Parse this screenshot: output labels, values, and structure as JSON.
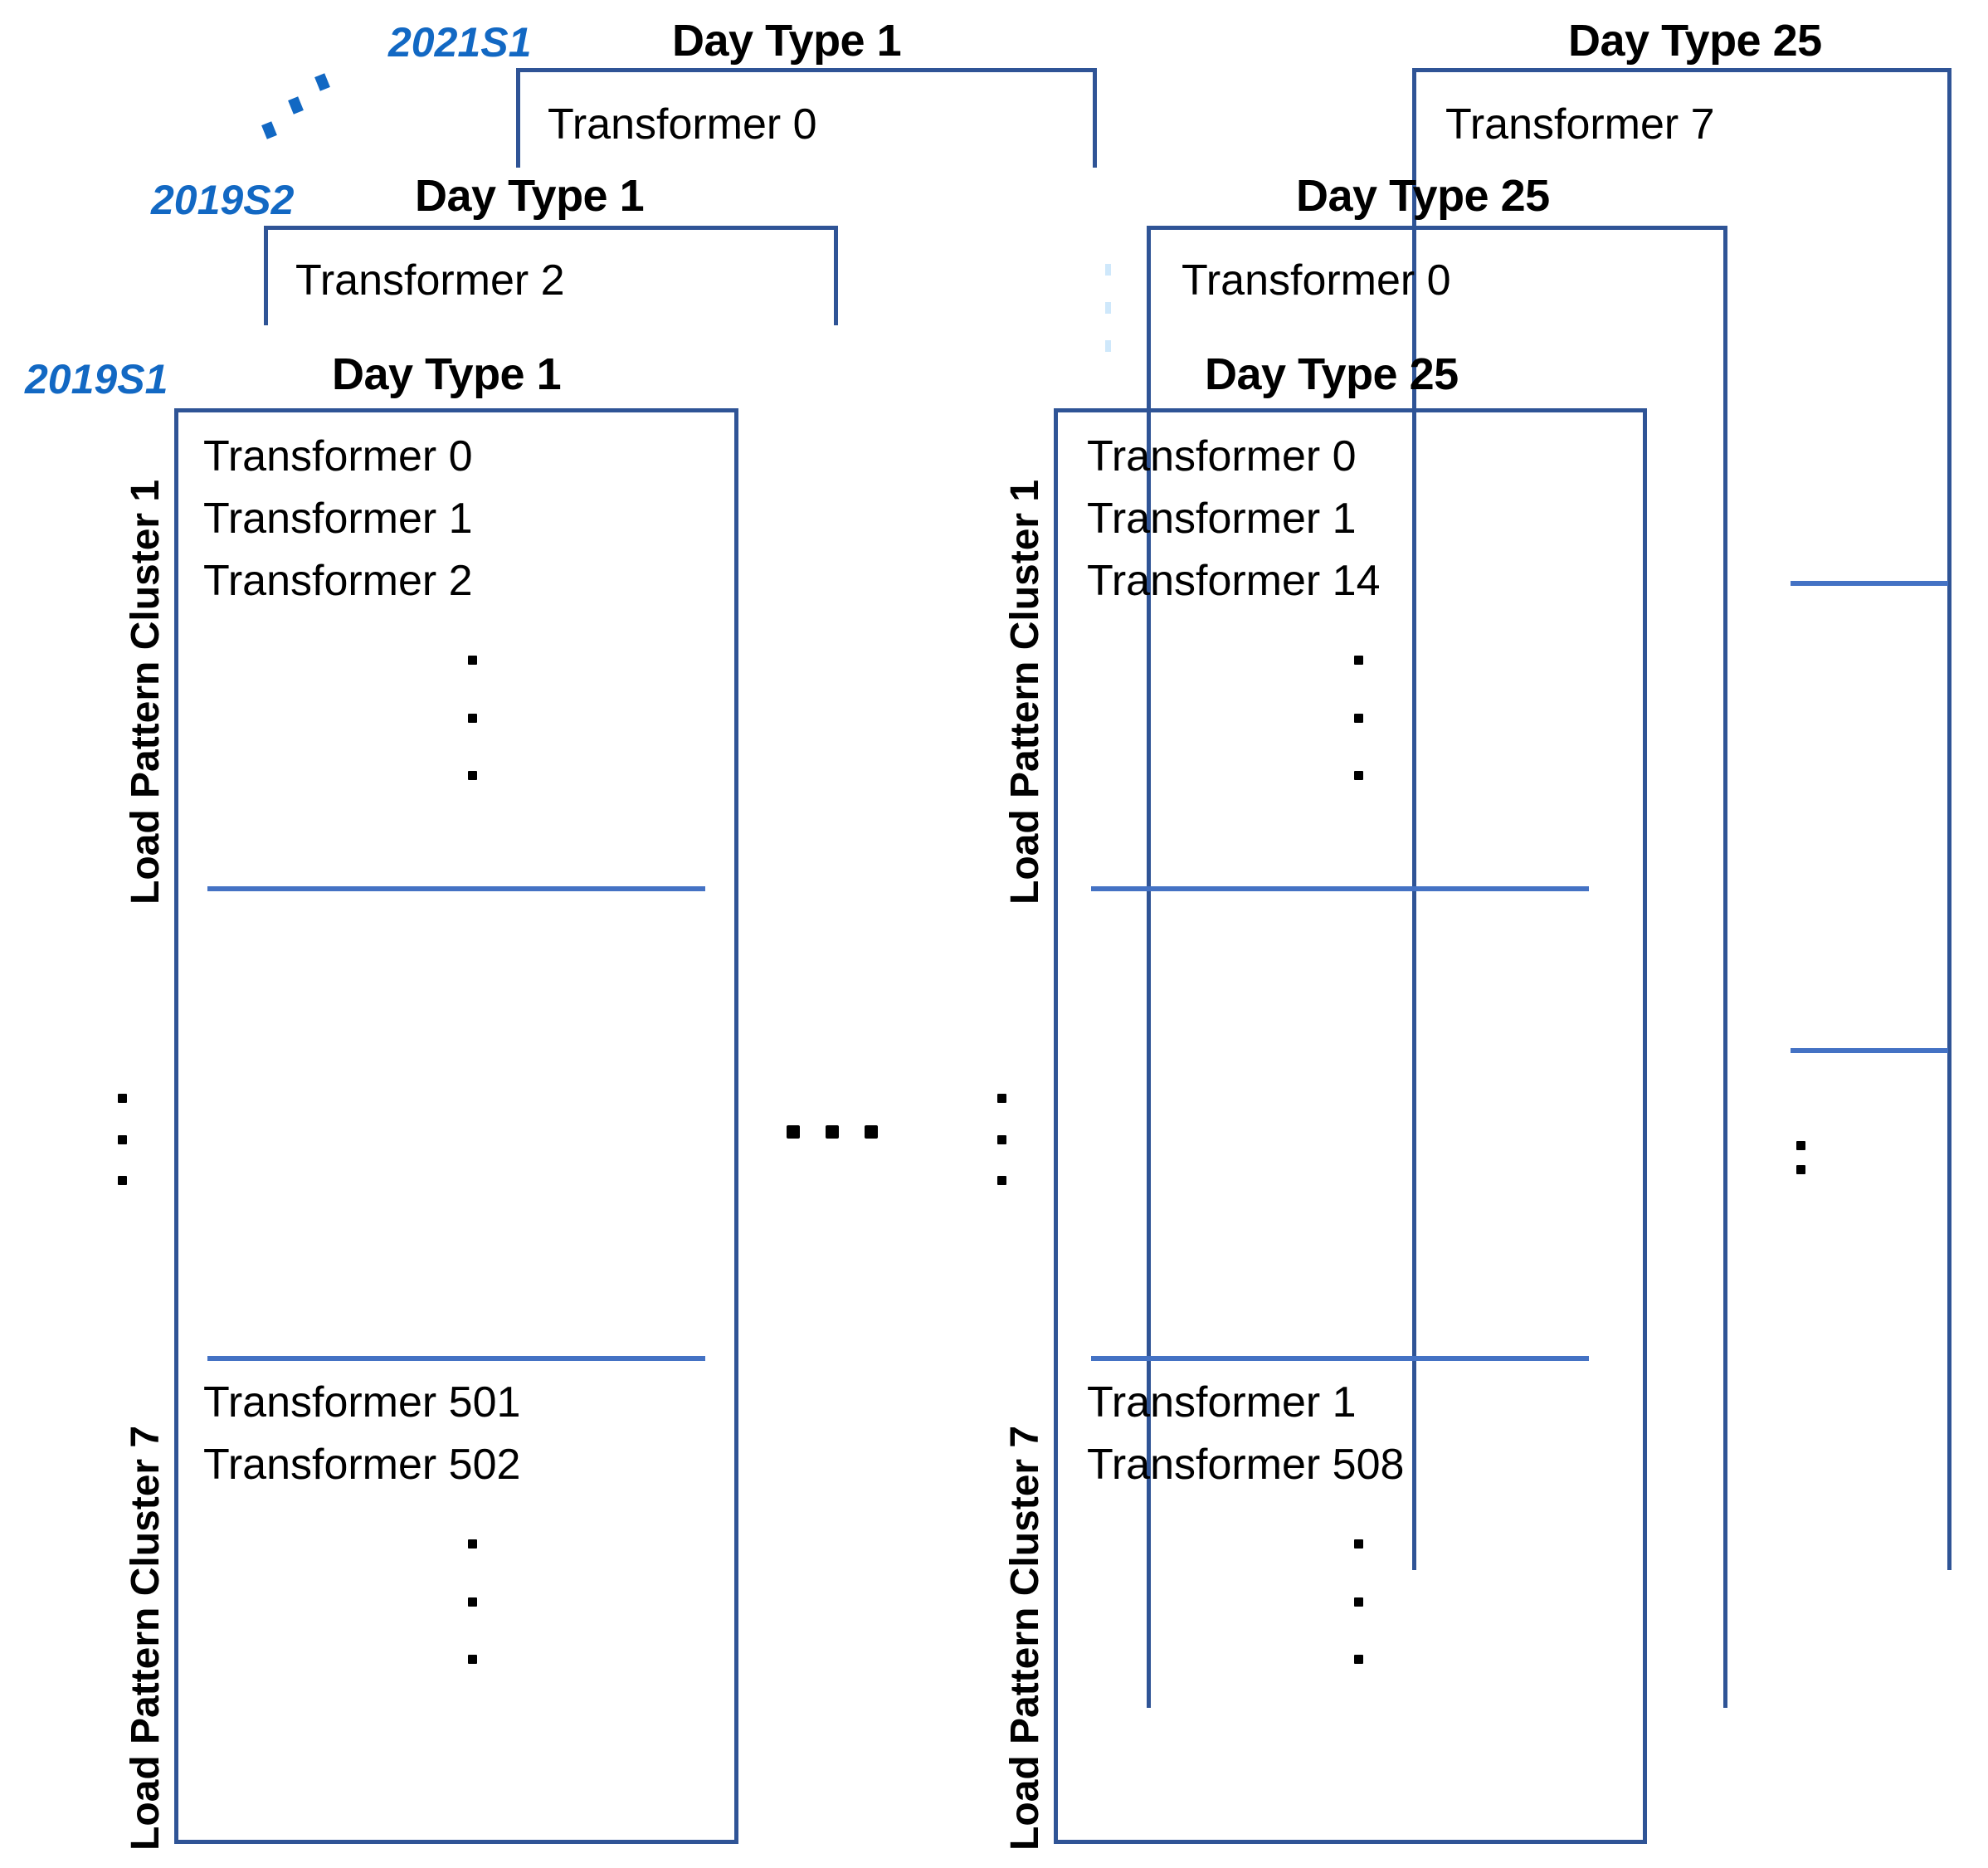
{
  "diagram": {
    "title": "Hierarchical transformer grouping by season, day type and load pattern cluster",
    "colors": {
      "box_border": "#2F5496",
      "separator": "#4472C4",
      "season_text": "#1268C3",
      "body_text": "#000000",
      "background": "#FFFFFF"
    },
    "seasons": [
      {
        "id": "2019S1",
        "label": "2019S1"
      },
      {
        "id": "2019S2",
        "label": "2019S2"
      },
      {
        "id": "2021S1",
        "label": "2021S1"
      }
    ],
    "season_ellipsis": "diagonal-dots-between-2019S2-and-2021S1",
    "left_stack": {
      "back_top": {
        "season": "2021S1",
        "day_type_label": "Day Type 1",
        "items": [
          "Transformer 0"
        ]
      },
      "back_mid": {
        "season": "2019S2",
        "day_type_label": "Day Type 1",
        "items": [
          "Transformer 2"
        ]
      },
      "front": {
        "season": "2019S1",
        "day_type_label": "Day Type 1",
        "cluster_top_label": "Load Pattern Cluster 1",
        "cluster_bottom_label": "Load Pattern Cluster 7",
        "cluster_top_items": [
          "Transformer 0",
          "Transformer 1",
          "Transformer 2"
        ],
        "cluster_bottom_items": [
          "Transformer 501",
          "Transformer 502"
        ],
        "vertical_ellipsis": "..."
      }
    },
    "right_stack": {
      "back_top": {
        "season": "2021S1",
        "day_type_label": "Day Type 25",
        "items": [
          "Transformer 7"
        ]
      },
      "back_mid": {
        "season": "2019S2",
        "day_type_label": "Day Type 25",
        "items": [
          "Transformer 0"
        ]
      },
      "front": {
        "season": "2019S1",
        "day_type_label": "Day Type 25",
        "cluster_top_label": "Load Pattern Cluster 1",
        "cluster_bottom_label": "Load Pattern Cluster 7",
        "cluster_top_items": [
          "Transformer 0",
          "Transformer 1",
          "Transformer 14"
        ],
        "cluster_bottom_items": [
          "Transformer 1",
          "Transformer 508"
        ],
        "vertical_ellipsis": "..."
      }
    },
    "between_stacks_ellipsis": "horizontal-dots-day-types-2-to-24"
  }
}
